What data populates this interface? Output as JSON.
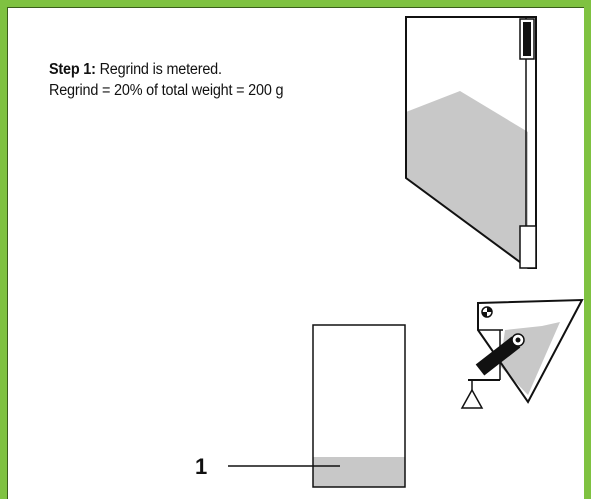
{
  "step": {
    "label": "Step 1:",
    "text": "Regrind is metered.",
    "formula": "Regrind = 20% of total weight = 200 g"
  },
  "callout": {
    "number": "1"
  },
  "colors": {
    "frame_border": "#7fc241",
    "material_fill": "#c8c8c8",
    "outline": "#111111"
  }
}
